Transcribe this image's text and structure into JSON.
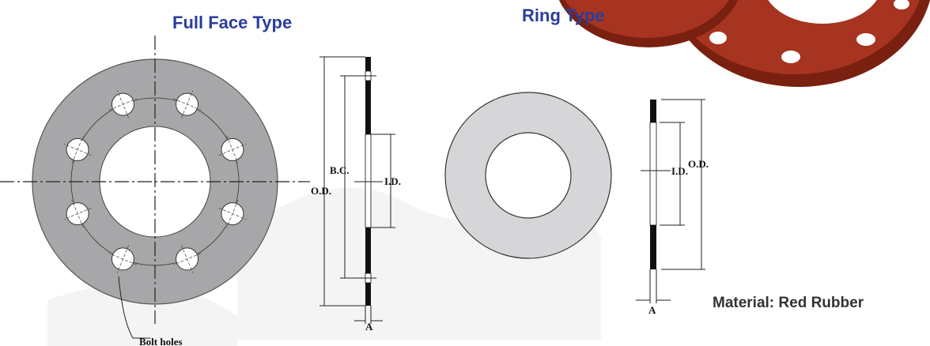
{
  "titles": {
    "full_face": "Full Face Type",
    "ring": "Ring Type"
  },
  "labels": {
    "bc": "B.C.",
    "od": "O.D.",
    "id": "I.D.",
    "a": "A",
    "bolt_holes": "Bolt holes",
    "ring_id": "I.D.",
    "ring_od": "O.D.",
    "ring_a": "A"
  },
  "material": "Material:  Red Rubber",
  "colors": {
    "title": "#2a3d9a",
    "full_face_fill": "#a7a7a9",
    "ring_fill": "#d6d6d8",
    "rubber": "#a63420",
    "rubber_edge": "#7a2010"
  },
  "full_face": {
    "bolt_hole_count": 8
  }
}
